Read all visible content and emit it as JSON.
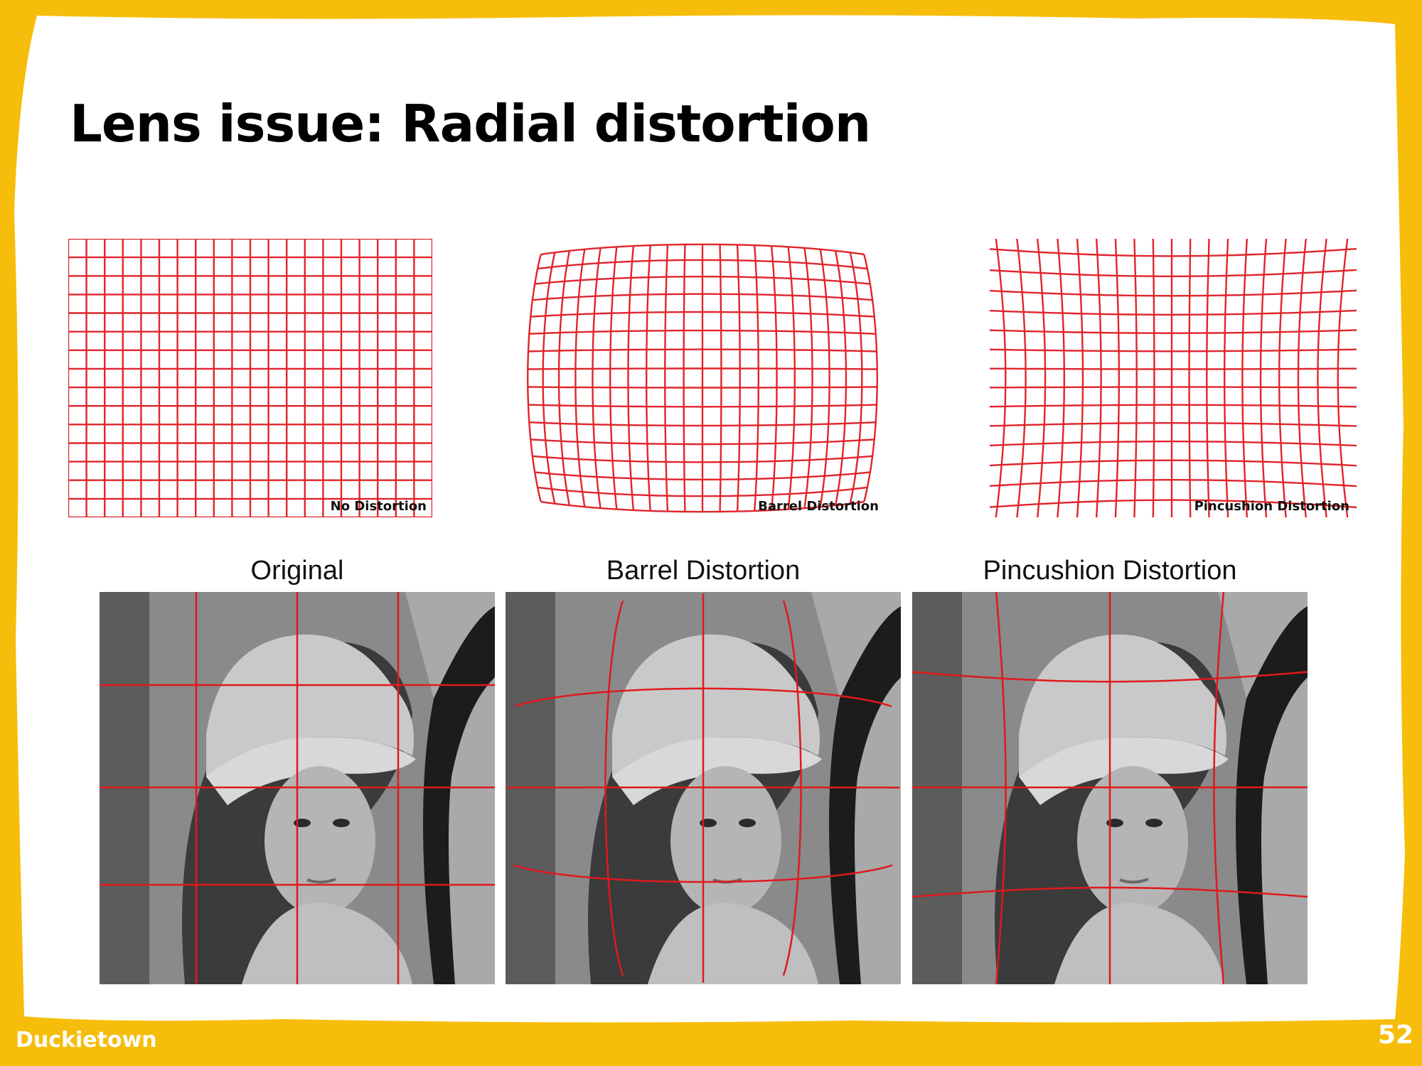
{
  "slide": {
    "title": "Lens issue: Radial distortion",
    "footer_brand": "Duckietown",
    "page_number": "52"
  },
  "grids": [
    {
      "label": "No Distortion",
      "type": "none"
    },
    {
      "label": "Barrel Distortion",
      "type": "barrel"
    },
    {
      "label": "Pincushion Distortion",
      "type": "pincushion"
    }
  ],
  "photos": [
    {
      "caption": "Original",
      "type": "none"
    },
    {
      "caption": "Barrel Distortion",
      "type": "barrel"
    },
    {
      "caption": "Pincushion Distortion",
      "type": "pincushion"
    }
  ],
  "colors": {
    "frame": "#f6bd0a",
    "slide_bg": "#ffffff",
    "grid_line": "#e0252a"
  }
}
